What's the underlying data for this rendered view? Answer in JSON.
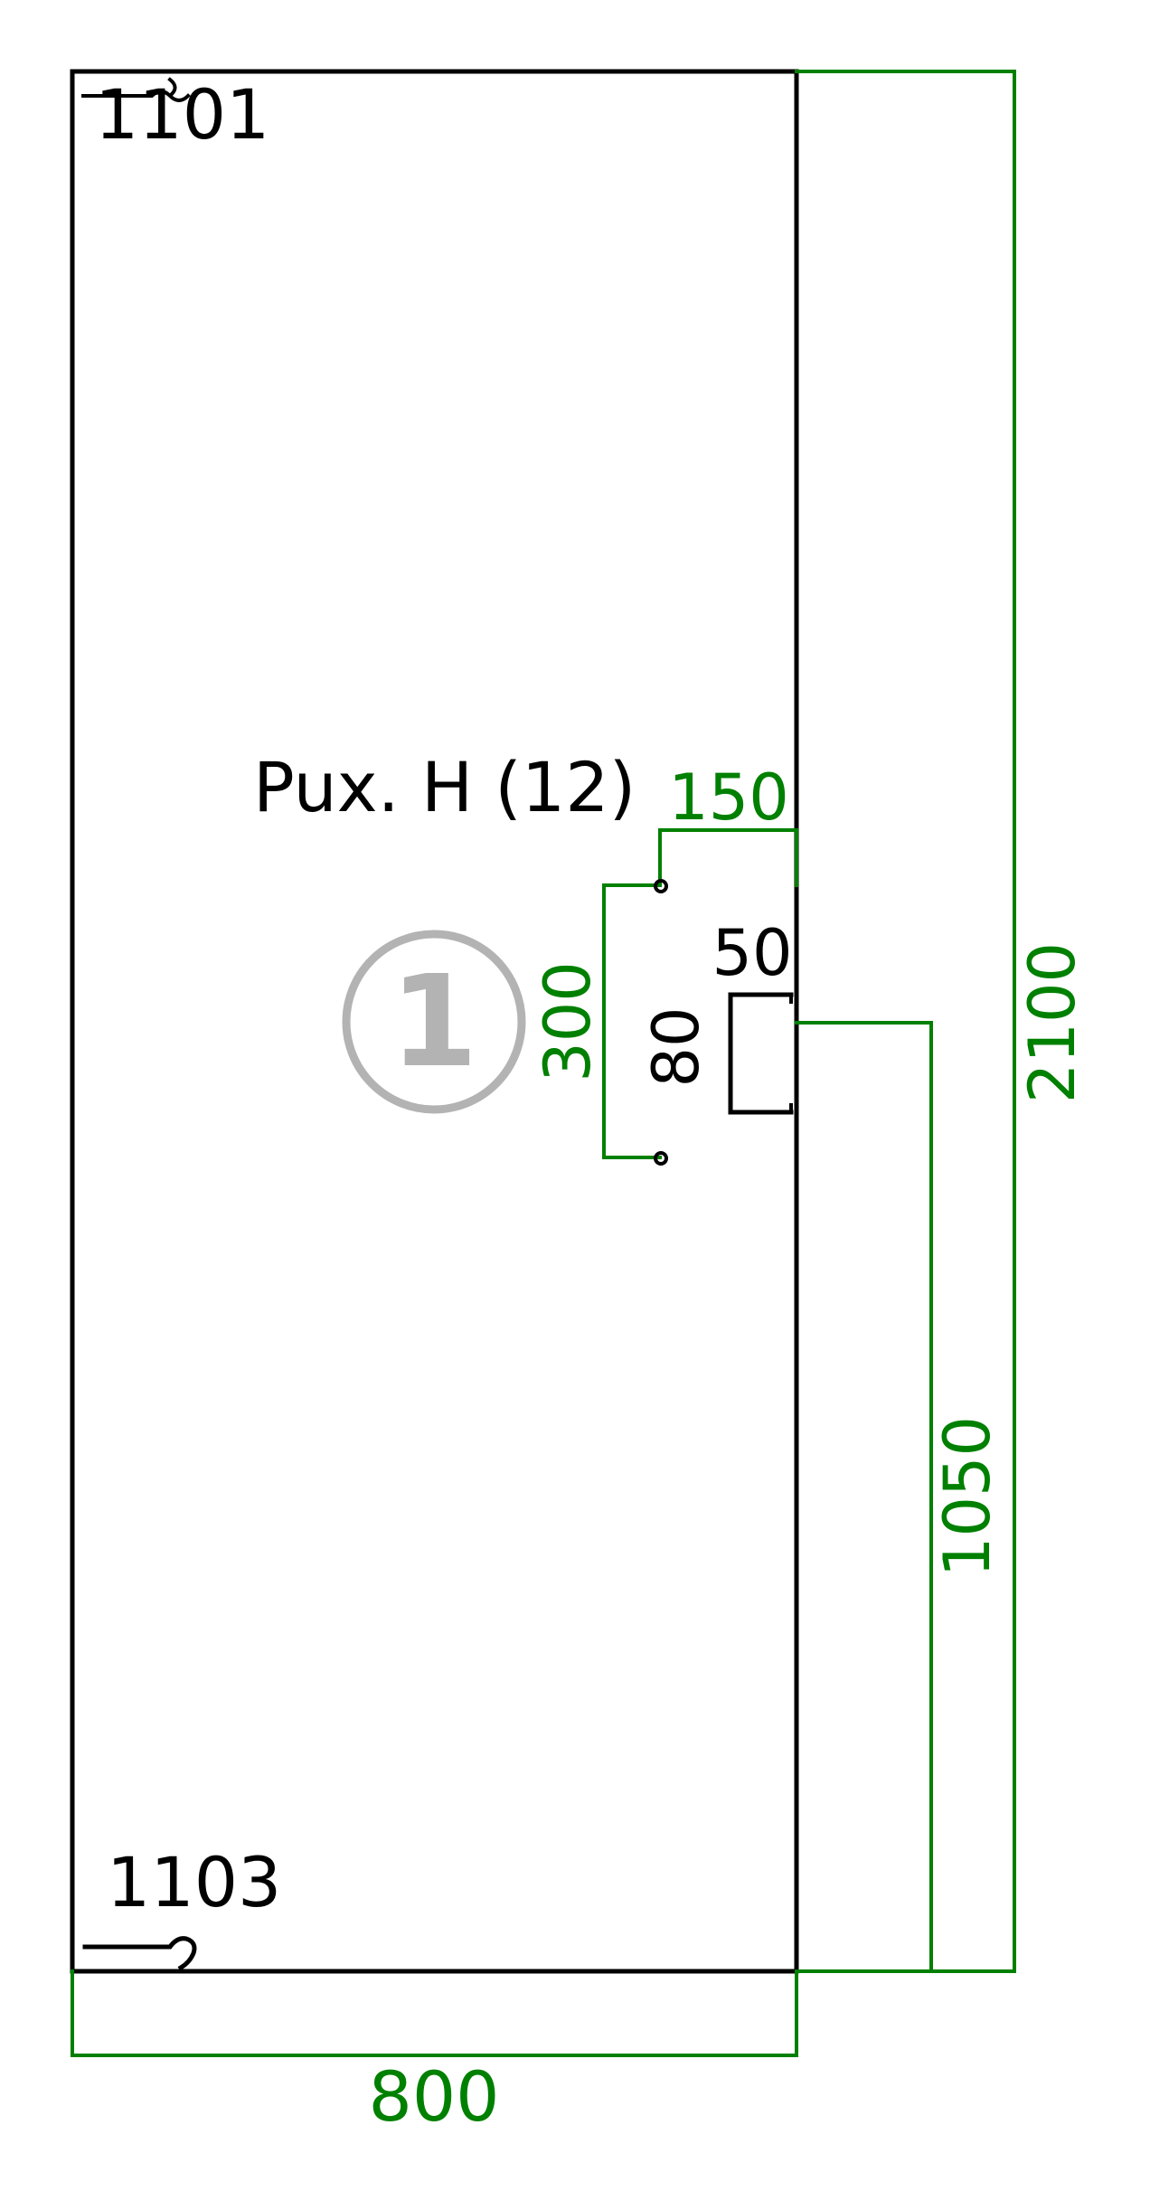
{
  "colors": {
    "outline": "#000000",
    "dimension": "#008000",
    "marker": "#b3b3b3",
    "background": "#ffffff"
  },
  "labels": {
    "corner_top": "1101",
    "corner_bottom": "1103",
    "hole_label": "Pux. H (12)",
    "marker_number": "1",
    "cutout_width": "50",
    "cutout_height": "80"
  },
  "dimensions": {
    "total_width": "800",
    "total_height": "2100",
    "handle_height": "1050",
    "hole_spacing": "300",
    "hole_offset": "150"
  },
  "icons": {
    "hinge_top": "hinge-icon",
    "hinge_bottom": "hinge-icon",
    "hole": "hole-icon",
    "marker": "circle-number-icon"
  }
}
